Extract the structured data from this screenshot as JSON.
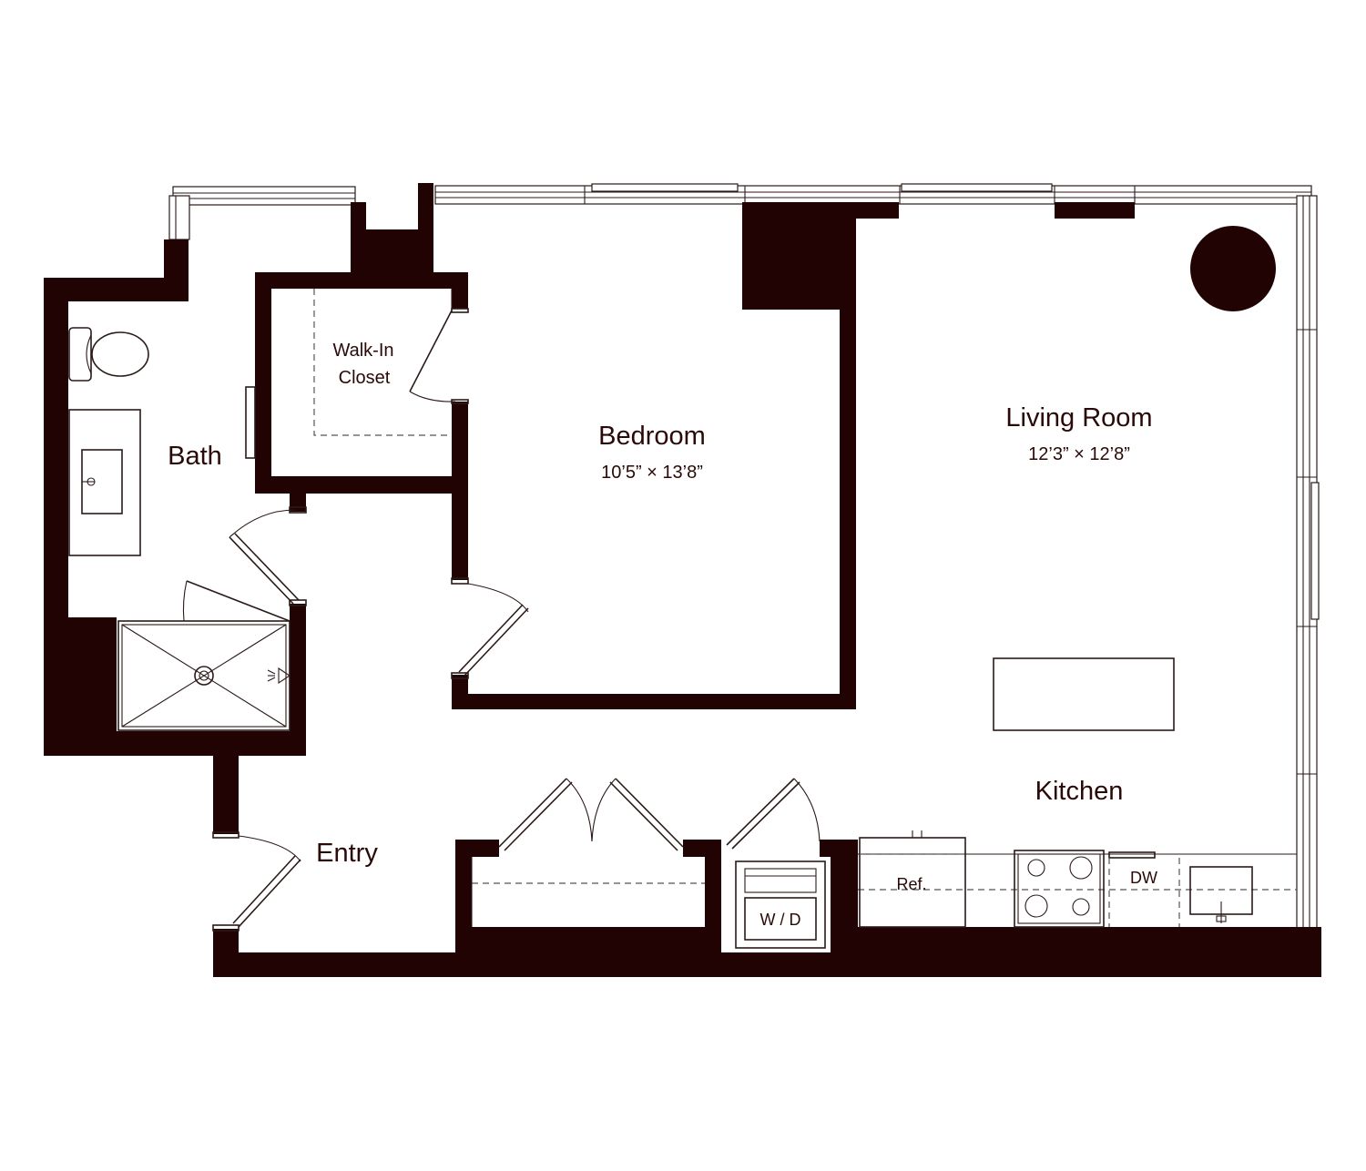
{
  "colors": {
    "wall": "#220303",
    "line": "#2a1a18",
    "background": "#ffffff"
  },
  "rooms": {
    "walk_in_closet": {
      "line1": "Walk-In",
      "line2": "Closet"
    },
    "bath": {
      "name": "Bath"
    },
    "bedroom": {
      "name": "Bedroom",
      "dimensions": "10’5” × 13’8”"
    },
    "living_room": {
      "name": "Living Room",
      "dimensions": "12’3” × 12’8”"
    },
    "kitchen": {
      "name": "Kitchen"
    },
    "entry": {
      "name": "Entry"
    }
  },
  "appliances": {
    "refrigerator": "Ref.",
    "dishwasher": "DW",
    "washer_dryer": "W / D"
  }
}
